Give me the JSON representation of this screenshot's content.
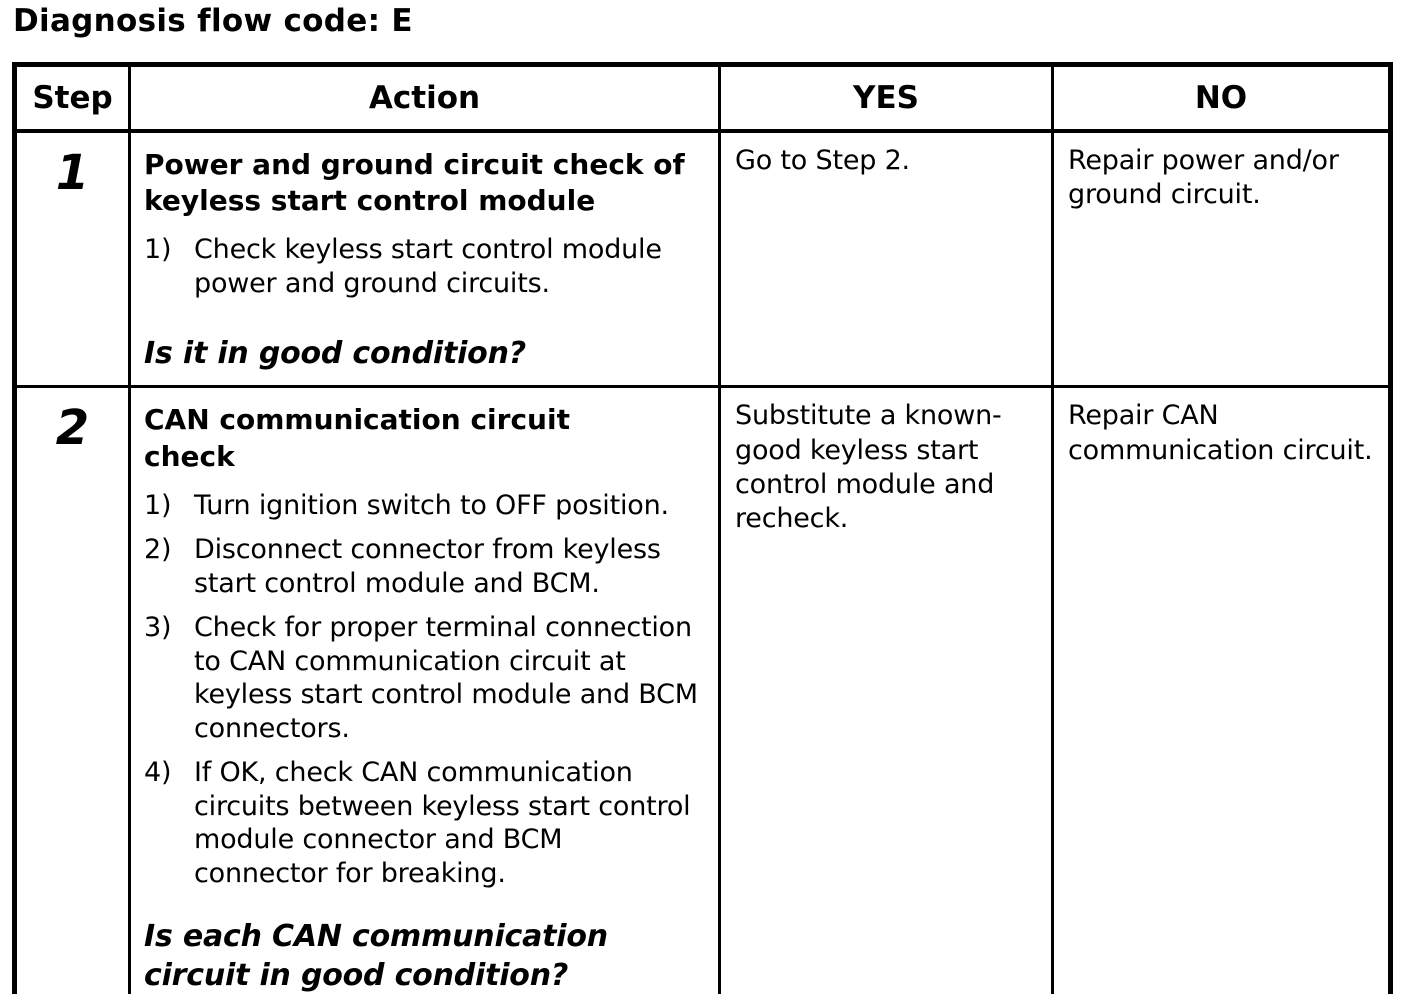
{
  "page": {
    "title": "Diagnosis flow code: E"
  },
  "colors": {
    "text": "#000000",
    "background": "#ffffff",
    "border": "#000000"
  },
  "table": {
    "headers": [
      "Step",
      "Action",
      "YES",
      "NO"
    ],
    "rows": [
      {
        "step": "1",
        "action": {
          "heading": "Power and ground circuit check of keyless start control module",
          "items": [
            {
              "num": "1)",
              "text": "Check keyless start control module power and ground circuits."
            }
          ],
          "question": "Is it in good condition?"
        },
        "yes": "Go to Step 2.",
        "no": "Repair power and/or ground circuit."
      },
      {
        "step": "2",
        "action": {
          "heading": "CAN communication circuit check",
          "items": [
            {
              "num": "1)",
              "text": "Turn ignition switch to OFF position."
            },
            {
              "num": "2)",
              "text": "Disconnect connector from keyless start control module and BCM."
            },
            {
              "num": "3)",
              "text": "Check for proper terminal connection to CAN communication circuit at keyless start control module and BCM connectors."
            },
            {
              "num": "4)",
              "text": "If OK, check CAN communication circuits between keyless start control module connector and BCM connector for breaking."
            }
          ],
          "question": "Is each CAN communication circuit in good condition?"
        },
        "yes": "Substitute a known-good keyless start control module and recheck.",
        "no": "Repair CAN communication circuit."
      }
    ]
  }
}
